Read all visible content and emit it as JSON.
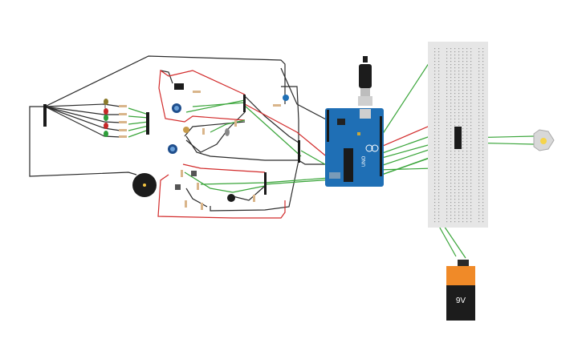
{
  "canvas": {
    "background": "#ffffff"
  },
  "colors": {
    "wire_black": "#2b2b2b",
    "wire_red": "#d22b2b",
    "wire_green": "#3aa53a",
    "arduino_blue": "#1f6fb5",
    "breadboard": "#e6e6e6",
    "battery_orange": "#f08a28",
    "battery_black": "#1c1c1c",
    "led_red": "#c62828",
    "led_green": "#2e9e3a",
    "led_yellow": "#8a7a2a",
    "motor_grey": "#d8d8d8"
  },
  "icons": {
    "arduino": "arduino-uno-board",
    "breadboard": "breadboard-icon",
    "battery": "battery-9v-icon",
    "motor": "dc-motor-icon",
    "buzzer": "piezo-buzzer-icon",
    "potentiometer": "potentiometer-icon",
    "pushbutton": "pushbutton-icon",
    "led": "led-icon",
    "resistor": "resistor-icon",
    "usb": "usb-cable-icon",
    "header": "pin-header-icon",
    "photoresistor": "photoresistor-icon",
    "ic": "ic-chip-icon"
  },
  "battery": {
    "label": "9V"
  },
  "arduino": {
    "brand_text": "UNO"
  }
}
